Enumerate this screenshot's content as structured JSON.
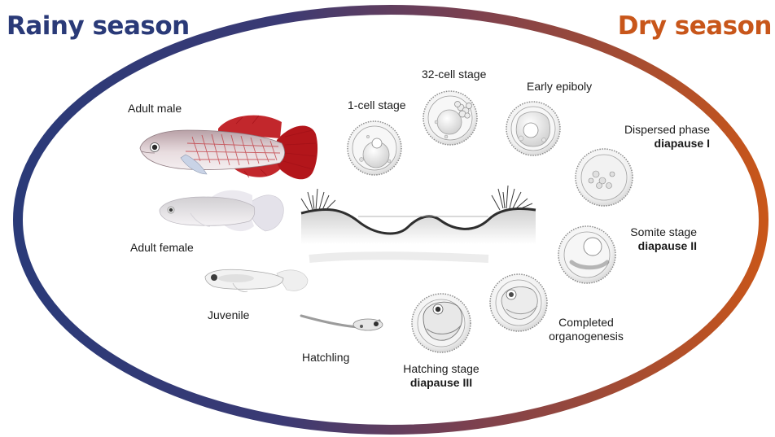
{
  "seasons": {
    "rainy": "Rainy season",
    "dry": "Dry season"
  },
  "colors": {
    "rainy": "#2a3a78",
    "dry": "#c8561a",
    "male_fin": "#b3161b",
    "label_text": "#1b1b1b"
  },
  "stages": {
    "adult_male": "Adult male",
    "adult_female": "Adult female",
    "juvenile": "Juvenile",
    "hatchling": "Hatchling",
    "hatching": {
      "label": "Hatching stage",
      "diapause": "diapause III"
    },
    "organogenesis": {
      "line1": "Completed",
      "line2": "organogenesis"
    },
    "somite": {
      "label": "Somite stage",
      "diapause": "diapause II"
    },
    "dispersed": {
      "label": "Dispersed phase",
      "diapause": "diapause I"
    },
    "early_epiboly": "Early epiboly",
    "cell_32": "32-cell stage",
    "cell_1": "1-cell stage"
  }
}
